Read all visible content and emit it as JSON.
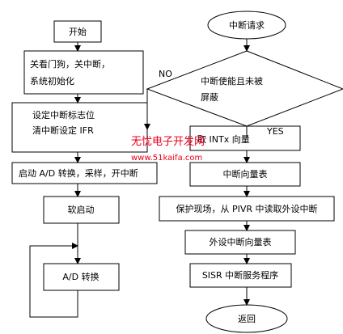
{
  "left_column": {
    "start": "开始",
    "init_line1": "关看门狗，关中断，",
    "init_line2": "系统初始化",
    "flag_line1": "设定中断标志位",
    "flag_line2": "清中断设定 IFR",
    "adc_start": "启动 A/D 转换，采样，开中断",
    "soft_start": "软启动",
    "adc_convert": "A/D 转换"
  },
  "right_column": {
    "request": "中断请求",
    "decision_line1": "中断使能且未被",
    "decision_line2": "屏蔽",
    "no_label": "NO",
    "yes_label": "YES",
    "intx_vector": "取 INTx 向量",
    "vector_table": "中断向量表",
    "save_context": "保护现场，从 PIVR 中读取外设中断",
    "periph_vector_table": "外设中断向量表",
    "sisr": "SISR 中断服务程序",
    "return": "返回"
  },
  "watermark": {
    "line1": "无忧电子开发网",
    "line2": "www.51kaifa.com",
    "color": "#e8001c"
  }
}
